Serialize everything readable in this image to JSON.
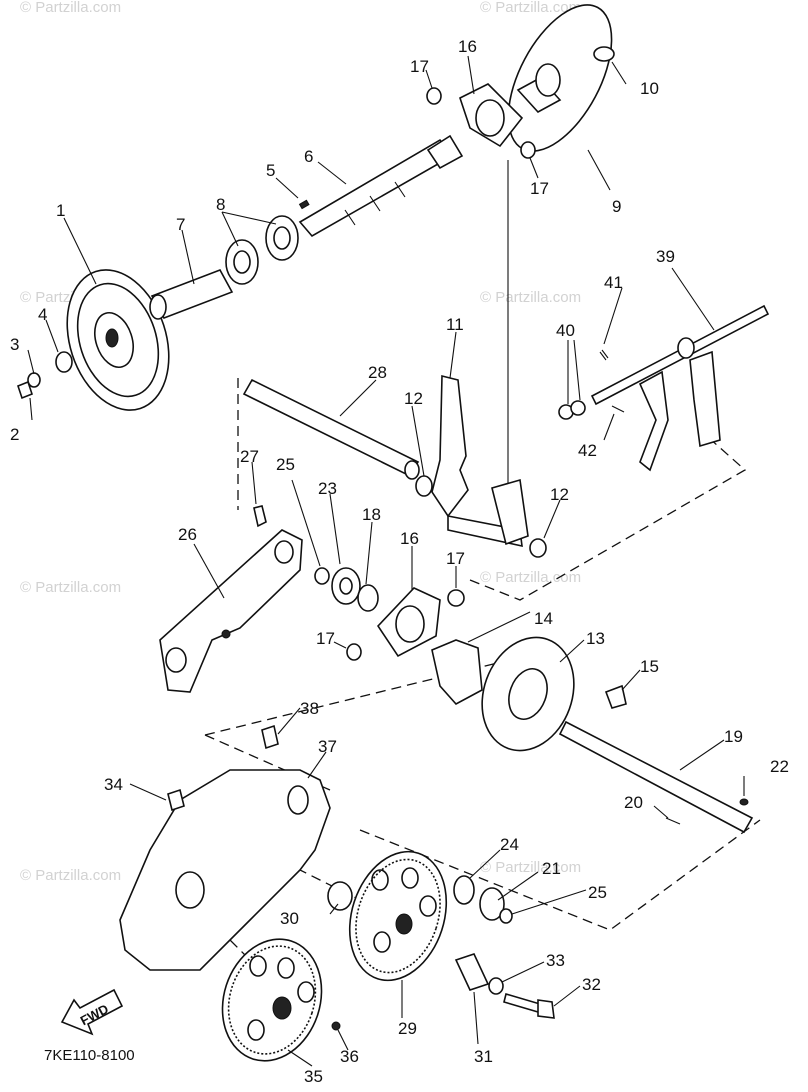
{
  "diagram": {
    "code": "7KE110-8100",
    "fwd_label": "FWD",
    "watermark": "© Partzilla.com",
    "callouts": [
      {
        "id": "c1",
        "text": "1"
      },
      {
        "id": "c2",
        "text": "2"
      },
      {
        "id": "c3",
        "text": "3"
      },
      {
        "id": "c4",
        "text": "4"
      },
      {
        "id": "c5",
        "text": "5"
      },
      {
        "id": "c6",
        "text": "6"
      },
      {
        "id": "c7",
        "text": "7"
      },
      {
        "id": "c8",
        "text": "8"
      },
      {
        "id": "c9",
        "text": "9"
      },
      {
        "id": "c10",
        "text": "10"
      },
      {
        "id": "c11",
        "text": "11"
      },
      {
        "id": "c12a",
        "text": "12"
      },
      {
        "id": "c12b",
        "text": "12"
      },
      {
        "id": "c13",
        "text": "13"
      },
      {
        "id": "c14",
        "text": "14"
      },
      {
        "id": "c15",
        "text": "15"
      },
      {
        "id": "c16a",
        "text": "16"
      },
      {
        "id": "c16b",
        "text": "16"
      },
      {
        "id": "c17a",
        "text": "17"
      },
      {
        "id": "c17b",
        "text": "17"
      },
      {
        "id": "c17c",
        "text": "17"
      },
      {
        "id": "c17d",
        "text": "17"
      },
      {
        "id": "c18",
        "text": "18"
      },
      {
        "id": "c19",
        "text": "19"
      },
      {
        "id": "c20",
        "text": "20"
      },
      {
        "id": "c21",
        "text": "21"
      },
      {
        "id": "c22",
        "text": "22"
      },
      {
        "id": "c23",
        "text": "23"
      },
      {
        "id": "c24",
        "text": "24"
      },
      {
        "id": "c25a",
        "text": "25"
      },
      {
        "id": "c25b",
        "text": "25"
      },
      {
        "id": "c26",
        "text": "26"
      },
      {
        "id": "c27",
        "text": "27"
      },
      {
        "id": "c28",
        "text": "28"
      },
      {
        "id": "c29",
        "text": "29"
      },
      {
        "id": "c30",
        "text": "30"
      },
      {
        "id": "c31",
        "text": "31"
      },
      {
        "id": "c32",
        "text": "32"
      },
      {
        "id": "c33",
        "text": "33"
      },
      {
        "id": "c34",
        "text": "34"
      },
      {
        "id": "c35",
        "text": "35"
      },
      {
        "id": "c36",
        "text": "36"
      },
      {
        "id": "c37",
        "text": "37"
      },
      {
        "id": "c38",
        "text": "38"
      },
      {
        "id": "c39",
        "text": "39"
      },
      {
        "id": "c40",
        "text": "40"
      },
      {
        "id": "c41",
        "text": "41"
      },
      {
        "id": "c42",
        "text": "42"
      }
    ]
  }
}
